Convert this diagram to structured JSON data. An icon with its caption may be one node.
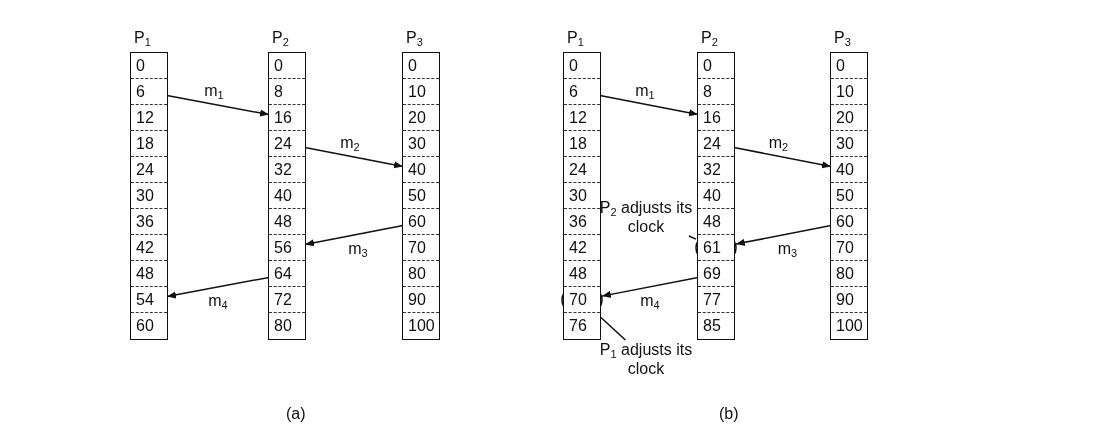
{
  "diagram": {
    "nodes": [
      {
        "text": [
          "P$_{1}$"
        ]
      },
      {
        "text": [
          "0"
        ],
        "in": 0
      },
      {
        "text": [
          "6"
        ],
        "in": 0
      },
      {
        "text": [
          "12"
        ],
        "in": 0
      },
      {
        "text": [
          "18"
        ],
        "in": 0
      },
      {
        "text": [
          "24"
        ],
        "in": 0
      },
      {
        "text": [
          "30"
        ],
        "in": 0
      },
      {
        "text": [
          "36"
        ],
        "in": 0
      },
      {
        "text": [
          "42"
        ],
        "in": 0
      },
      {
        "text": [
          "48"
        ],
        "in": 0
      },
      {
        "text": [
          "54"
        ],
        "in": 0
      },
      {
        "text": [
          "60"
        ],
        "in": 0
      },
      {
        "text": [
          "P$_{2}$"
        ]
      },
      {
        "text": [
          "0"
        ],
        "in": 12
      },
      {
        "text": [
          "8"
        ],
        "in": 12
      },
      {
        "text": [
          "16"
        ],
        "in": 12
      },
      {
        "text": [
          "24"
        ],
        "in": 12
      },
      {
        "text": [
          "32"
        ],
        "in": 12
      },
      {
        "text": [
          "40"
        ],
        "in": 12
      },
      {
        "text": [
          "48"
        ],
        "in": 12
      },
      {
        "text": [
          "56"
        ],
        "in": 12
      },
      {
        "text": [
          "64"
        ],
        "in": 12
      },
      {
        "text": [
          "72"
        ],
        "in": 12
      },
      {
        "text": [
          "80"
        ],
        "in": 12
      },
      {
        "text": [
          "P$_{3}$"
        ]
      },
      {
        "text": [
          "0"
        ],
        "in": 24
      },
      {
        "text": [
          "10"
        ],
        "in": 24
      },
      {
        "text": [
          "20"
        ],
        "in": 24
      },
      {
        "text": [
          "30"
        ],
        "in": 24
      },
      {
        "text": [
          "40"
        ],
        "in": 24
      },
      {
        "text": [
          "50"
        ],
        "in": 24
      },
      {
        "text": [
          "60"
        ],
        "in": 24
      },
      {
        "text": [
          "70"
        ],
        "in": 24
      },
      {
        "text": [
          "80"
        ],
        "in": 24
      },
      {
        "text": [
          "90"
        ],
        "in": 24
      },
      {
        "text": [
          "100"
        ],
        "in": 24
      },
      {
        "text": [
          "P$_{1}$"
        ]
      },
      {
        "text": [
          "0"
        ],
        "in": 36
      },
      {
        "text": [
          "6"
        ],
        "in": 36
      },
      {
        "text": [
          "12"
        ],
        "in": 36
      },
      {
        "text": [
          "18"
        ],
        "in": 36
      },
      {
        "text": [
          "24"
        ],
        "in": 36
      },
      {
        "text": [
          "30"
        ],
        "in": 36
      },
      {
        "text": [
          "36"
        ],
        "in": 36
      },
      {
        "text": [
          "42"
        ],
        "in": 36
      },
      {
        "text": [
          "48"
        ],
        "in": 36
      },
      {
        "text": [
          "70"
        ],
        "in": 36
      },
      {
        "text": [
          "76"
        ],
        "in": 36
      },
      {
        "text": [
          "P$_{2}$"
        ]
      },
      {
        "text": [
          "0"
        ],
        "in": 48
      },
      {
        "text": [
          "8"
        ],
        "in": 48
      },
      {
        "text": [
          "16"
        ],
        "in": 48
      },
      {
        "text": [
          "24"
        ],
        "in": 48
      },
      {
        "text": [
          "32"
        ],
        "in": 48
      },
      {
        "text": [
          "40"
        ],
        "in": 48
      },
      {
        "text": [
          "48"
        ],
        "in": 48
      },
      {
        "text": [
          "61"
        ],
        "in": 48
      },
      {
        "text": [
          "69"
        ],
        "in": 48
      },
      {
        "text": [
          "77"
        ],
        "in": 48
      },
      {
        "text": [
          "85"
        ],
        "in": 48
      },
      {
        "text": [
          "P$_{3}$"
        ]
      },
      {
        "text": [
          "0"
        ],
        "in": 60
      },
      {
        "text": [
          "10"
        ],
        "in": 60
      },
      {
        "text": [
          "20"
        ],
        "in": 60
      },
      {
        "text": [
          "30"
        ],
        "in": 60
      },
      {
        "text": [
          "40"
        ],
        "in": 60
      },
      {
        "text": [
          "50"
        ],
        "in": 60
      },
      {
        "text": [
          "60"
        ],
        "in": 60
      },
      {
        "text": [
          "70"
        ],
        "in": 60
      },
      {
        "text": [
          "80"
        ],
        "in": 60
      },
      {
        "text": [
          "90"
        ],
        "in": 60
      },
      {
        "text": [
          "100"
        ],
        "in": 60
      },
      {
        "text": [
          "P$_{2}$ adjusts its clock"
        ]
      },
      {
        "text": [
          "P$_{1}$ adjusts its clock"
        ]
      }
    ],
    "edges": [
      {
        "from": 2,
        "to": 15,
        "arrow": "to",
        "label": "m$_{1}$"
      },
      {
        "from": 16,
        "to": 29,
        "arrow": "to",
        "label": "m$_{2}$"
      },
      {
        "from": 31,
        "to": 20,
        "arrow": "to",
        "label": "m$_{3}$"
      },
      {
        "from": 21,
        "to": 10,
        "arrow": "to",
        "label": "m$_{4}$"
      },
      {
        "from": 38,
        "to": 51,
        "arrow": "to",
        "label": "m$_{1}$"
      },
      {
        "from": 52,
        "to": 65,
        "arrow": "to",
        "label": "m$_{2}$"
      },
      {
        "from": 67,
        "to": 56,
        "arrow": "to",
        "label": "m$_{3}$"
      },
      {
        "from": 57,
        "to": 46,
        "arrow": "to",
        "label": "m$_{4}$"
      },
      {
        "from": 72,
        "to": 56,
        "arrow": "none"
      },
      {
        "from": 73,
        "to": 46,
        "arrow": "none"
      }
    ],
    "labels": [
      "(a)",
      "(b)"
    ]
  }
}
